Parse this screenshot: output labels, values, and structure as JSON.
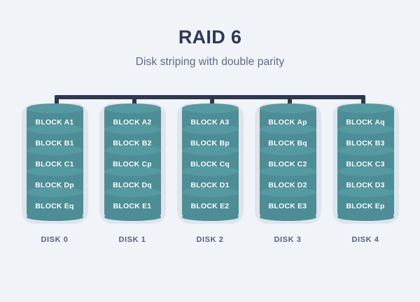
{
  "header": {
    "title": "RAID 6",
    "subtitle": "Disk striping with double parity"
  },
  "colors": {
    "background": "#f0f3f7",
    "title": "#2c3a57",
    "subtitle": "#5d6b85",
    "bus": "#2e3950",
    "disk_shell": "#dee3ec",
    "block_body": "#4d8d95",
    "block_top": "#569aa1",
    "block_text": "#ffffff",
    "disk_label": "#53617d"
  },
  "diagram": {
    "type": "raid-layout",
    "bus_label": "controller-bus",
    "disks": [
      {
        "name": "DISK 0",
        "blocks": [
          {
            "label": "BLOCK A1"
          },
          {
            "label": "BLOCK B1"
          },
          {
            "label": "BLOCK C1"
          },
          {
            "label": "BLOCK Dp"
          },
          {
            "label": "BLOCK Eq"
          }
        ]
      },
      {
        "name": "DISK 1",
        "blocks": [
          {
            "label": "BLOCK A2"
          },
          {
            "label": "BLOCK B2"
          },
          {
            "label": "BLOCK Cp"
          },
          {
            "label": "BLOCK Dq"
          },
          {
            "label": "BLOCK E1"
          }
        ]
      },
      {
        "name": "DISK 2",
        "blocks": [
          {
            "label": "BLOCK A3"
          },
          {
            "label": "BLOCK Bp"
          },
          {
            "label": "BLOCK Cq"
          },
          {
            "label": "BLOCK D1"
          },
          {
            "label": "BLOCK E2"
          }
        ]
      },
      {
        "name": "DISK 3",
        "blocks": [
          {
            "label": "BLOCK Ap"
          },
          {
            "label": "BLOCK Bq"
          },
          {
            "label": "BLOCK C2"
          },
          {
            "label": "BLOCK D2"
          },
          {
            "label": "BLOCK E3"
          }
        ]
      },
      {
        "name": "DISK 4",
        "blocks": [
          {
            "label": "BLOCK Aq"
          },
          {
            "label": "BLOCK B3"
          },
          {
            "label": "BLOCK C3"
          },
          {
            "label": "BLOCK D3"
          },
          {
            "label": "BLOCK Ep"
          }
        ]
      }
    ]
  }
}
